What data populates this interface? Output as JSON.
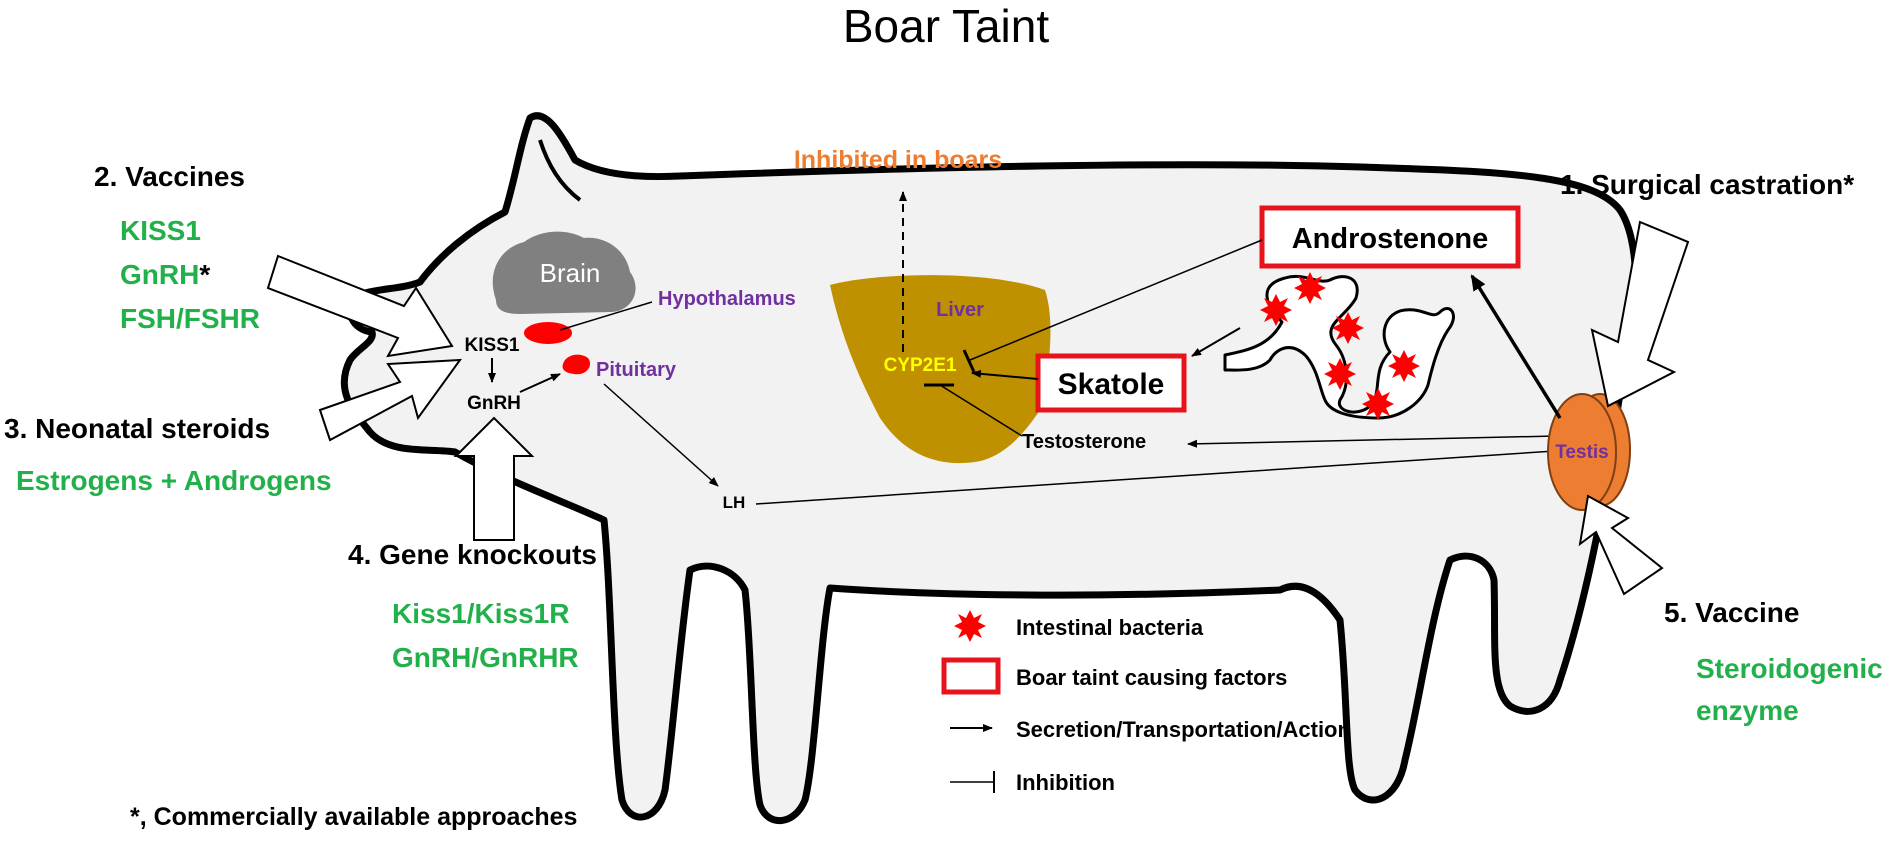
{
  "title": "Boar Taint",
  "approaches": {
    "surgical_castration": "1. Surgical castration*",
    "vaccines": {
      "heading": "2. Vaccines",
      "items": [
        "KISS1",
        "GnRH",
        "FSH/FSHR"
      ],
      "gnrh_asterisk": "*"
    },
    "neonatal_steroids": {
      "heading": "3. Neonatal steroids",
      "items": [
        "Estrogens + Androgens"
      ]
    },
    "gene_knockouts": {
      "heading": "4. Gene knockouts",
      "items": [
        "Kiss1/Kiss1R",
        "GnRH/GnRHR"
      ]
    },
    "vaccine": {
      "heading": "5. Vaccine",
      "items": [
        "Steroidogenic",
        "enzyme"
      ]
    }
  },
  "anatomy": {
    "brain": "Brain",
    "hypothalamus": "Hypothalamus",
    "kiss1": "KISS1",
    "gnrh": "GnRH",
    "pituitary": "Pituitary",
    "lh": "LH",
    "liver": "Liver",
    "cyp2e1": "CYP2E1",
    "inhibited": "Inhibited in boars",
    "testosterone": "Testosterone",
    "testis": "Testis"
  },
  "factors": {
    "androstenone": "Androstenone",
    "skatole": "Skatole"
  },
  "legend": {
    "bacteria": "Intestinal bacteria",
    "factors": "Boar taint causing factors",
    "secretion": "Secretion/Transportation/Action",
    "inhibition": "Inhibition"
  },
  "footnote": "*, Commercially available approaches",
  "colors": {
    "green_text": "#22b04b",
    "purple_text": "#7030a0",
    "orange_text": "#ed7d31",
    "factor_box": "#e8141c",
    "liver": "#bf9000",
    "testis": "#ed7d31",
    "brain": "#808080",
    "body": "#f2f2f2"
  }
}
